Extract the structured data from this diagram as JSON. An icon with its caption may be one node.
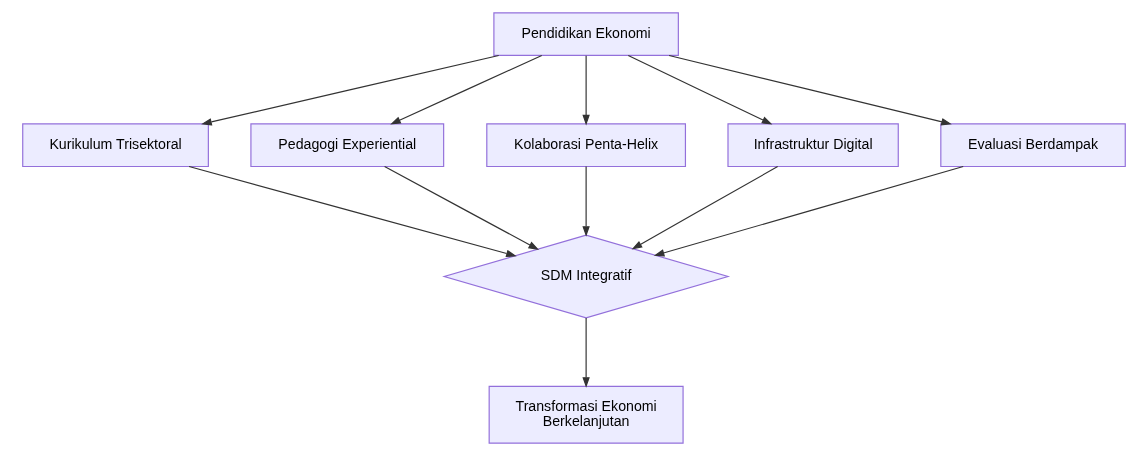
{
  "diagram": {
    "nodes": [
      {
        "text": [
          "Pendidikan Ekonomi"
        ]
      },
      {
        "text": [
          "Kurikulum Trisektoral"
        ]
      },
      {
        "text": [
          "Pedagogi Experiential"
        ]
      },
      {
        "text": [
          "Kolaborasi Penta-Helix"
        ]
      },
      {
        "text": [
          "Infrastruktur Digital"
        ]
      },
      {
        "text": [
          "Evaluasi Berdampak"
        ]
      },
      {
        "text": [
          "SDM Integratif"
        ]
      },
      {
        "text": [
          "Transformasi Ekonomi Berkelanjutan"
        ]
      }
    ],
    "edges": [
      {
        "from": 0,
        "to": 1,
        "arrow": "to"
      },
      {
        "from": 0,
        "to": 2,
        "arrow": "to"
      },
      {
        "from": 0,
        "to": 3,
        "arrow": "to"
      },
      {
        "from": 0,
        "to": 4,
        "arrow": "to"
      },
      {
        "from": 0,
        "to": 5,
        "arrow": "to"
      },
      {
        "from": 1,
        "to": 6,
        "arrow": "to"
      },
      {
        "from": 2,
        "to": 6,
        "arrow": "to"
      },
      {
        "from": 3,
        "to": 6,
        "arrow": "to"
      },
      {
        "from": 4,
        "to": 6,
        "arrow": "to"
      },
      {
        "from": 5,
        "to": 6,
        "arrow": "to"
      },
      {
        "from": 6,
        "to": 7,
        "arrow": "to"
      }
    ]
  }
}
